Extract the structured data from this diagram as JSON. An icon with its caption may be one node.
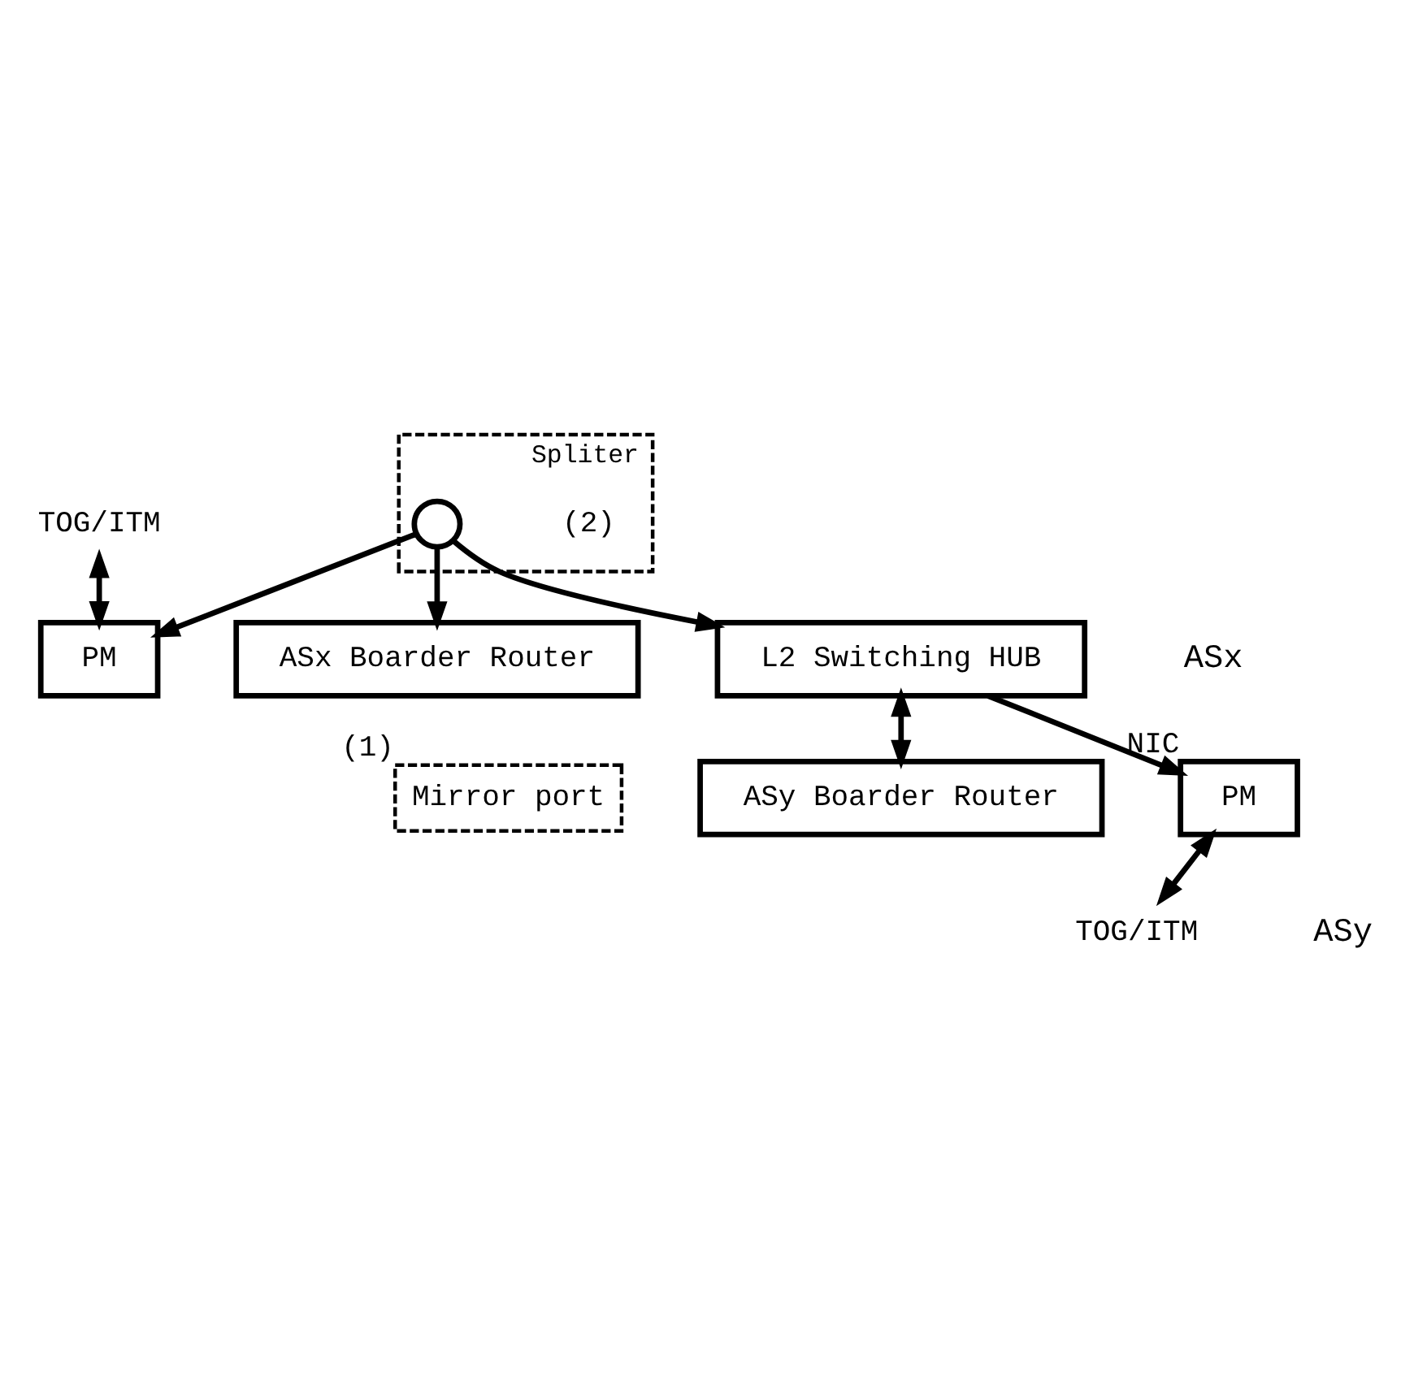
{
  "diagram": {
    "nodes": [
      {
        "text": [
          "TOG/ITM"
        ]
      },
      {
        "text": [
          "ASx Boarder Router"
        ]
      },
      {
        "text": [
          "PM"
        ]
      },
      {
        "text": [
          "Spliter"
        ],
        "beside": [
          "(2)"
        ]
      },
      {
        "text": [],
        "shape": "circle",
        "in": 3
      },
      {
        "text": [
          "L2 Switching HUB"
        ]
      },
      {
        "text": [
          "Mirror port"
        ],
        "beside": [
          "(1)"
        ]
      },
      {
        "text": [
          "ASy Boarder Router"
        ]
      },
      {
        "text": [
          "PM"
        ],
        "beside": [
          "NIC"
        ]
      },
      {
        "text": [
          "TOG/ITM"
        ]
      }
    ],
    "edges": [
      {
        "from": 0,
        "to": 2,
        "arrow": "both"
      },
      {
        "from": 4,
        "to": 1,
        "arrow": "to"
      },
      {
        "from": 4,
        "to": 2,
        "arrow": "to"
      },
      {
        "from": 4,
        "to": 5,
        "arrow": "to"
      },
      {
        "from": 5,
        "to": 7,
        "arrow": "both"
      },
      {
        "from": 5,
        "to": 8,
        "arrow": "to"
      },
      {
        "from": 8,
        "to": 9,
        "arrow": "both"
      }
    ],
    "labels": [
      "ASx",
      "ASy"
    ]
  }
}
